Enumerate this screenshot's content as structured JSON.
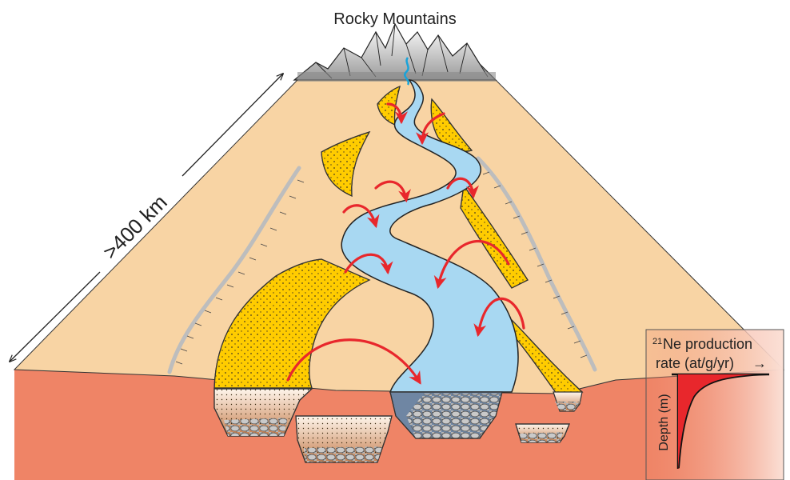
{
  "diagram": {
    "title": "Rocky Mountains",
    "distance_label": ">400 km",
    "inset": {
      "superscript": "21",
      "title_line1": "Ne production",
      "title_line2": "rate (at/g/yr)",
      "arrow_glyph": "→",
      "y_axis_label": "Depth (m)"
    }
  },
  "colors": {
    "plain": "#f8d4a4",
    "basement": "#ef8466",
    "fan_yellow": "#ffcc00",
    "river": "#a8d8f2",
    "arrow_red": "#e8272c",
    "mountains_gray": "#9a9a9a",
    "terrace_gray": "#bdbdbd",
    "inset_bg": "#fad8cc",
    "pit_channel": "#6f86a3",
    "stream_blue": "#1aa3d9"
  },
  "icons": [
    "double-headed-arrow",
    "flow-arrow",
    "production-profile-curve"
  ]
}
